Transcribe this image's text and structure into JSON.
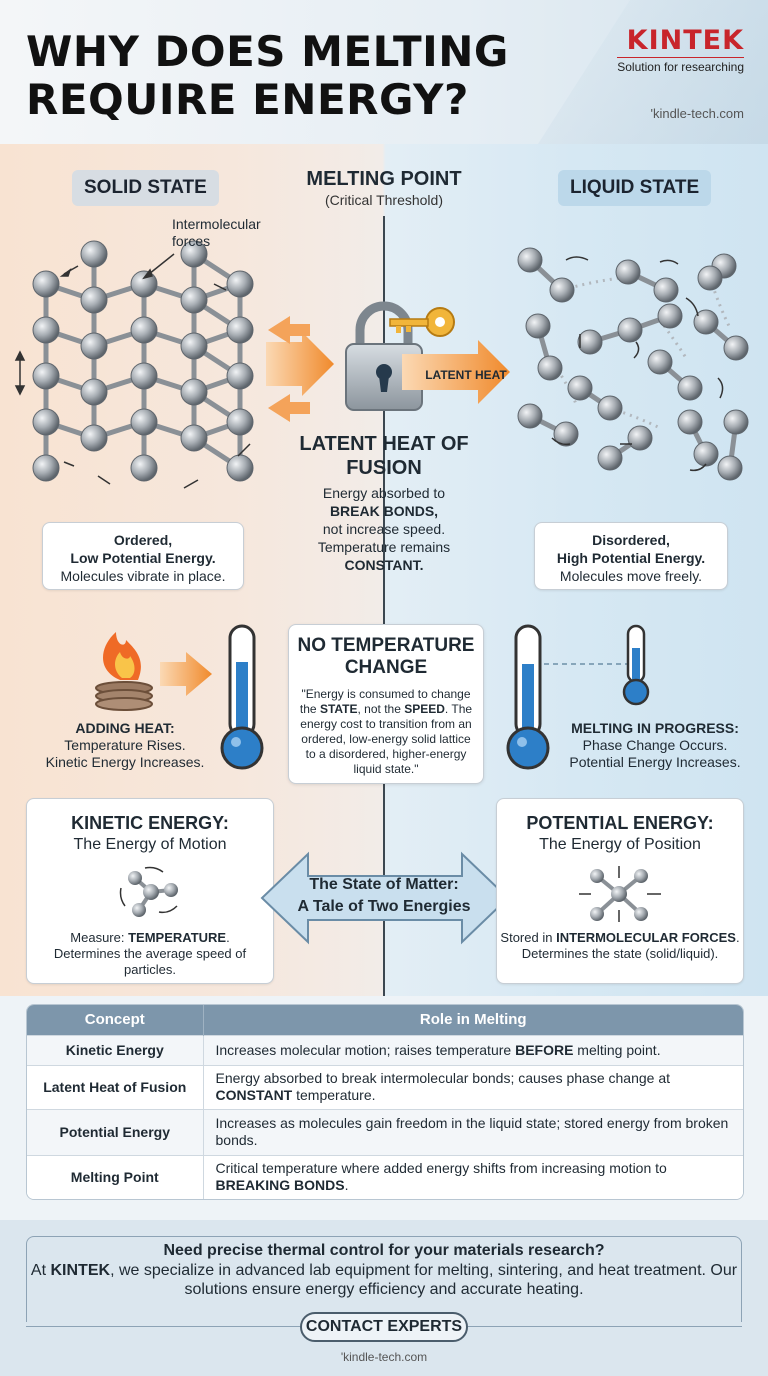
{
  "header": {
    "title": "WHY DOES MELTING REQUIRE ENERGY?",
    "brand_logo": "KINTEK",
    "brand_tagline": "Solution for researching",
    "brand_url": "'kindle-tech.com"
  },
  "states": {
    "solid_label": "SOLID STATE",
    "liquid_label": "LIQUID STATE",
    "melting_point_title": "MELTING POINT",
    "melting_point_sub": "(Critical Threshold)",
    "intermolecular_label": "Intermolecular forces",
    "latent_heat_arrow": "LATENT HEAT"
  },
  "latent": {
    "title": "LATENT HEAT OF FUSION",
    "text_1": "Energy absorbed to",
    "text_2": "BREAK BONDS,",
    "text_3": "not increase speed. Temperature remains",
    "text_4": "CONSTANT."
  },
  "solid_box": {
    "line_1": "Ordered,",
    "line_2": "Low Potential Energy.",
    "line_3": "Molecules vibrate in place."
  },
  "liquid_box": {
    "line_1": "Disordered,",
    "line_2": "High Potential Energy.",
    "line_3": "Molecules move freely."
  },
  "adding_heat": {
    "title": "ADDING HEAT:",
    "line_1": "Temperature Rises.",
    "line_2": "Kinetic Energy Increases."
  },
  "no_temp": {
    "title": "NO TEMPERATURE CHANGE",
    "q1": "\"Energy is consumed to change the",
    "q_state": "STATE",
    "q2": ", not the",
    "q_speed": "SPEED",
    "q3": ". The energy cost to transition from an ordered, low-energy solid lattice to a disordered, higher-energy liquid state.\""
  },
  "melting_progress": {
    "title": "MELTING IN PROGRESS:",
    "line_1": "Phase Change Occurs.",
    "line_2": "Potential Energy Increases."
  },
  "kinetic": {
    "title": "KINETIC ENERGY:",
    "sub": "The Energy of Motion",
    "text_1": "Measure:",
    "text_bold": "TEMPERATURE",
    "text_2": ".",
    "text_3": "Determines the average speed of particles."
  },
  "potential": {
    "title": "POTENTIAL ENERGY:",
    "sub": "The Energy of Position",
    "text_1": "Stored in",
    "text_bold": "INTERMOLECULAR FORCES",
    "text_2": ".",
    "text_3": "Determines the state (solid/liquid)."
  },
  "center_arrow": {
    "line_1": "The State of Matter:",
    "line_2": "A Tale of Two Energies"
  },
  "table": {
    "headers": [
      "Concept",
      "Role in Melting"
    ],
    "rows": [
      {
        "concept": "Kinetic Energy",
        "pre": "Increases molecular motion; raises temperature ",
        "bold": "BEFORE",
        "post": " melting point."
      },
      {
        "concept": "Latent Heat of Fusion",
        "pre": "Energy absorbed to break intermolecular bonds; causes phase change at ",
        "bold": "CONSTANT",
        "post": " temperature."
      },
      {
        "concept": "Potential Energy",
        "pre": "Increases as molecules gain freedom in the liquid state; stored energy from broken bonds.",
        "bold": "",
        "post": ""
      },
      {
        "concept": "Melting Point",
        "pre": "Critical temperature where added energy shifts from increasing motion to ",
        "bold": "BREAKING BONDS",
        "post": "."
      }
    ]
  },
  "footer": {
    "headline": "Need precise thermal control for your materials research?",
    "text_1": "At",
    "brand": "KINTEK",
    "text_2": ", we specialize in advanced lab equipment for melting, sintering, and heat treatment. Our solutions ensure energy efficiency and accurate heating.",
    "button": "CONTACT EXPERTS",
    "url": "'kindle-tech.com"
  },
  "colors": {
    "brand_red": "#c8252b",
    "heat_orange": "#f39a3a",
    "thermo_blue": "#2d7fc8",
    "table_header": "#7d96ab"
  }
}
